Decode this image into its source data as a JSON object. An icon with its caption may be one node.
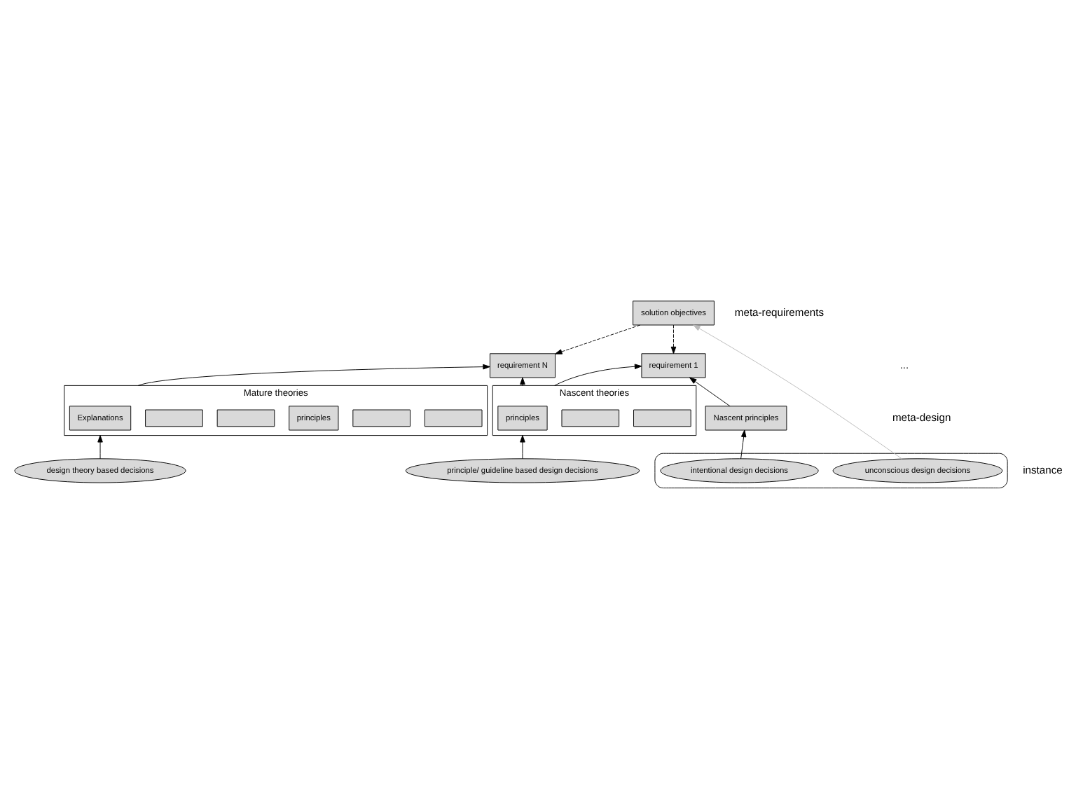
{
  "diagram": {
    "nodes": [
      {
        "text": [
          "solution objectives"
        ]
      },
      {
        "text": [
          "requirement 1"
        ]
      },
      {
        "text": [
          "requirement N"
        ]
      },
      {
        "text": [
          "Nascent principles"
        ]
      },
      {
        "text": [
          "Nascent theories"
        ]
      },
      {
        "text": [],
        "shape": "box",
        "in": 4
      },
      {
        "text": [],
        "shape": "box",
        "in": 4
      },
      {
        "text": [
          "principles"
        ],
        "in": 4
      },
      {
        "text": [
          "Mature theories"
        ]
      },
      {
        "text": [],
        "shape": "box",
        "in": 8
      },
      {
        "text": [],
        "shape": "box",
        "in": 8
      },
      {
        "text": [
          "principles"
        ],
        "in": 8
      },
      {
        "text": [],
        "shape": "box",
        "in": 8
      },
      {
        "text": [],
        "shape": "box",
        "in": 8
      },
      {
        "text": [
          "Explanations"
        ],
        "in": 8
      },
      {
        "text": [],
        "shape": "cloud"
      },
      {
        "text": [
          "unconscious design decisions"
        ],
        "in": 15
      },
      {
        "text": [
          "intentional design decisions"
        ],
        "in": 15
      },
      {
        "text": [
          "principle/ guideline based design decisions"
        ]
      },
      {
        "text": [
          "design theory based decisions"
        ]
      }
    ],
    "edges": [
      {
        "from": 0,
        "to": 1,
        "arrow": "to",
        "style": "dashed"
      },
      {
        "from": 0,
        "to": 2,
        "arrow": "to",
        "style": "dashed"
      },
      {
        "from": 16,
        "to": 0,
        "arrow": "to",
        "color": "#bbbbbb"
      },
      {
        "from": 17,
        "to": 3,
        "arrow": "to"
      },
      {
        "from": 3,
        "to": 1,
        "arrow": "to"
      },
      {
        "from": 4,
        "to": 1,
        "arrow": "to"
      },
      {
        "from": 4,
        "to": 2,
        "arrow": "to"
      },
      {
        "from": 8,
        "to": 2,
        "arrow": "to"
      },
      {
        "from": 18,
        "to": 4,
        "arrow": "to"
      },
      {
        "from": 19,
        "to": 8,
        "arrow": "to"
      }
    ],
    "labels": [
      "meta-requirements",
      "...",
      "meta-design",
      "instance"
    ]
  }
}
